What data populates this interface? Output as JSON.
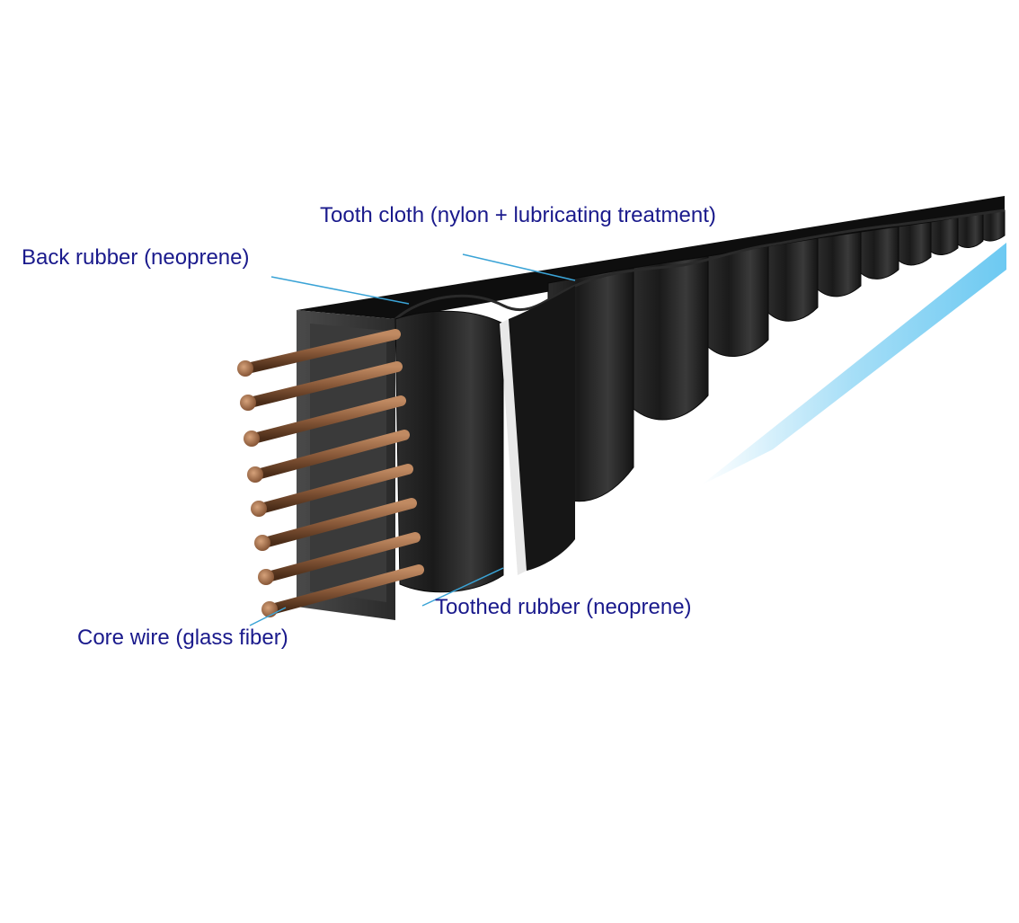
{
  "labels": {
    "tooth_cloth": "Tooth cloth (nylon + lubricating treatment)",
    "back_rubber": "Back rubber (neoprene)",
    "toothed_rubber": "Toothed rubber (neoprene)",
    "core_wire": "Core wire (glass fiber)"
  },
  "colors": {
    "label_text": "#1a1a8c",
    "leader_line": "#3aa3d6",
    "belt_rubber": "#1b1b1b",
    "core_wire": "#8a5a3a",
    "glow": "#5cc3f0"
  }
}
